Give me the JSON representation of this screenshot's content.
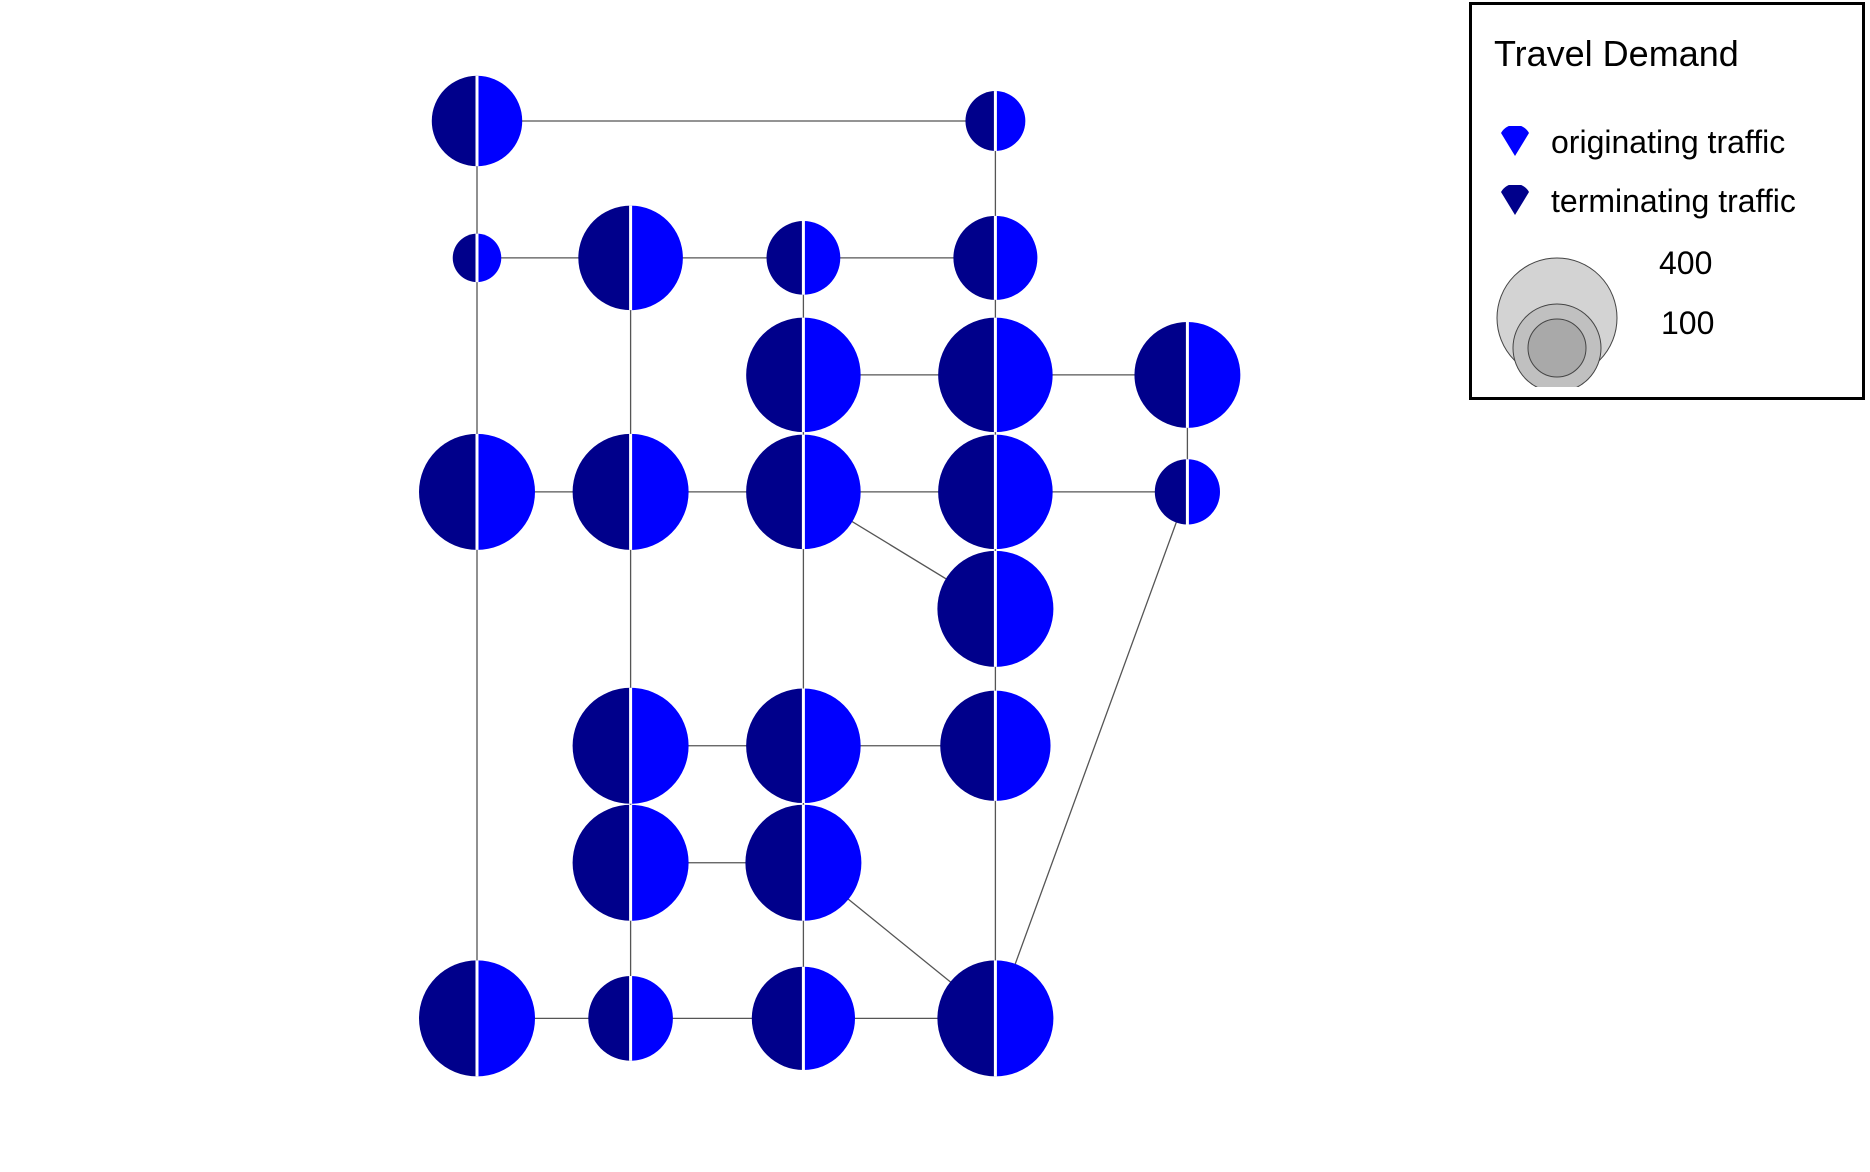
{
  "legend": {
    "title": "Travel Demand",
    "originating_label": "originating traffic",
    "terminating_label": "terminating traffic",
    "size_large_label": "400",
    "size_small_label": "100"
  },
  "colors": {
    "originating": "#0000ff",
    "terminating": "#00008b",
    "link": "#555555",
    "size_key_large": "#d3d3d3",
    "size_key_mid": "#c0c0c0",
    "size_key_small": "#a9a9a9"
  },
  "nodes": [
    {
      "id": "n1",
      "x": 0,
      "y": 9,
      "demand": 292
    },
    {
      "id": "n2",
      "x": 5.4,
      "y": 9,
      "demand": 128
    },
    {
      "id": "n3",
      "x": 0,
      "y": 7.83,
      "demand": 84
    },
    {
      "id": "n4",
      "x": 1.6,
      "y": 7.83,
      "demand": 390
    },
    {
      "id": "n5",
      "x": 3.4,
      "y": 7.83,
      "demand": 194
    },
    {
      "id": "n6",
      "x": 5.4,
      "y": 7.83,
      "demand": 252
    },
    {
      "id": "n7",
      "x": 3.4,
      "y": 6.83,
      "demand": 468
    },
    {
      "id": "n8",
      "x": 5.4,
      "y": 6.83,
      "demand": 468
    },
    {
      "id": "n9",
      "x": 7.4,
      "y": 6.83,
      "demand": 400
    },
    {
      "id": "n10",
      "x": 0,
      "y": 5.83,
      "demand": 480
    },
    {
      "id": "n11",
      "x": 1.6,
      "y": 5.83,
      "demand": 480
    },
    {
      "id": "n12",
      "x": 3.4,
      "y": 5.83,
      "demand": 468
    },
    {
      "id": "n13",
      "x": 5.4,
      "y": 5.83,
      "demand": 468
    },
    {
      "id": "n14",
      "x": 7.4,
      "y": 5.83,
      "demand": 152
    },
    {
      "id": "n15",
      "x": 5.4,
      "y": 4.83,
      "demand": 480
    },
    {
      "id": "n16",
      "x": 1.6,
      "y": 3.66,
      "demand": 480
    },
    {
      "id": "n17",
      "x": 3.4,
      "y": 3.66,
      "demand": 468
    },
    {
      "id": "n18",
      "x": 5.4,
      "y": 3.66,
      "demand": 434
    },
    {
      "id": "n19",
      "x": 1.6,
      "y": 2.66,
      "demand": 480
    },
    {
      "id": "n20",
      "x": 3.4,
      "y": 2.66,
      "demand": 480
    },
    {
      "id": "n21",
      "x": 0,
      "y": 1.33,
      "demand": 480
    },
    {
      "id": "n22",
      "x": 1.6,
      "y": 1.33,
      "demand": 256
    },
    {
      "id": "n23",
      "x": 3.4,
      "y": 1.33,
      "demand": 380
    },
    {
      "id": "n24",
      "x": 5.4,
      "y": 1.33,
      "demand": 480
    }
  ],
  "links": [
    [
      "n1",
      "n2"
    ],
    [
      "n1",
      "n3"
    ],
    [
      "n2",
      "n6"
    ],
    [
      "n3",
      "n4"
    ],
    [
      "n4",
      "n5"
    ],
    [
      "n5",
      "n6"
    ],
    [
      "n3",
      "n10"
    ],
    [
      "n4",
      "n11"
    ],
    [
      "n5",
      "n7"
    ],
    [
      "n6",
      "n8"
    ],
    [
      "n7",
      "n8"
    ],
    [
      "n8",
      "n9"
    ],
    [
      "n7",
      "n12"
    ],
    [
      "n8",
      "n13"
    ],
    [
      "n9",
      "n14"
    ],
    [
      "n10",
      "n11"
    ],
    [
      "n11",
      "n12"
    ],
    [
      "n12",
      "n13"
    ],
    [
      "n13",
      "n14"
    ],
    [
      "n12",
      "n15"
    ],
    [
      "n13",
      "n15"
    ],
    [
      "n10",
      "n21"
    ],
    [
      "n11",
      "n16"
    ],
    [
      "n12",
      "n17"
    ],
    [
      "n15",
      "n18"
    ],
    [
      "n14",
      "n24"
    ],
    [
      "n16",
      "n17"
    ],
    [
      "n17",
      "n18"
    ],
    [
      "n16",
      "n19"
    ],
    [
      "n17",
      "n20"
    ],
    [
      "n19",
      "n20"
    ],
    [
      "n18",
      "n24"
    ],
    [
      "n20",
      "n24"
    ],
    [
      "n19",
      "n22"
    ],
    [
      "n20",
      "n23"
    ],
    [
      "n21",
      "n22"
    ],
    [
      "n22",
      "n23"
    ],
    [
      "n23",
      "n24"
    ]
  ]
}
